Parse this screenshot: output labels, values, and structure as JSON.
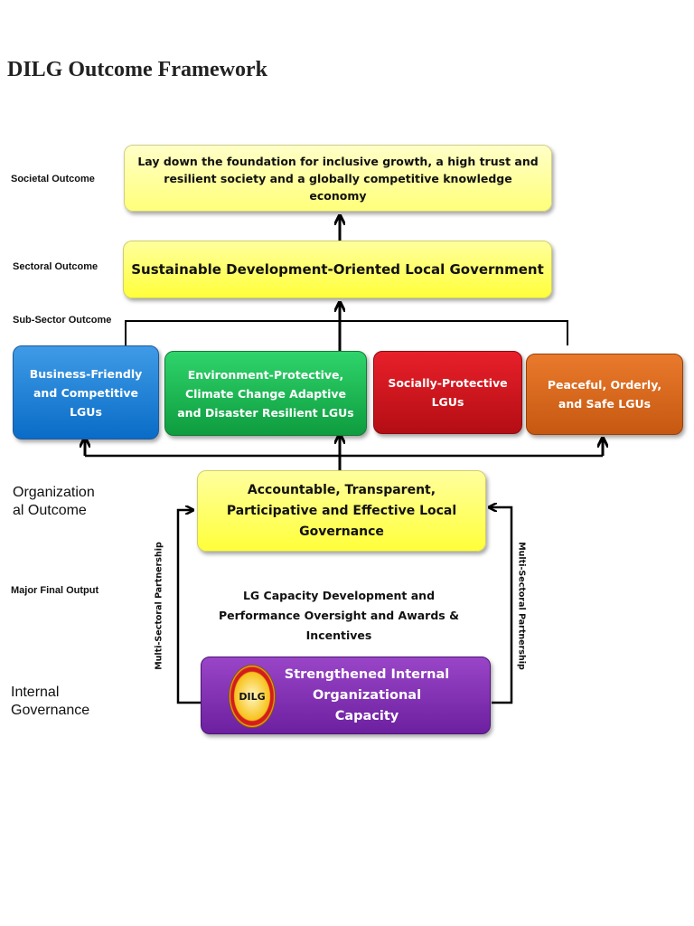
{
  "title": "DILG Outcome Framework",
  "levels": {
    "societal": "Societal Outcome",
    "sectoral": "Sectoral Outcome",
    "subsector": "Sub-Sector Outcome",
    "organizational_1": "Organization",
    "organizational_2": "al Outcome",
    "mfo": "Major Final Output",
    "internal_1": "Internal",
    "internal_2": "Governance"
  },
  "boxes": {
    "societal": "Lay down the foundation for inclusive growth, a high trust and resilient society and a globally competitive knowledge economy",
    "sectoral": "Sustainable Development-Oriented Local Government",
    "business": "Business-Friendly and Competitive LGUs",
    "environment": "Environment-Protective, Climate Change Adaptive and Disaster Resilient LGUs",
    "social": "Socially-Protective LGUs",
    "peaceful": "Peaceful, Orderly, and Safe LGUs",
    "organizational": "Accountable, Transparent, Participative and Effective Local Governance",
    "internal": "Strengthened Internal Organizational Capacity"
  },
  "mfo_text": "LG Capacity Development and Performance Oversight and Awards & Incentives",
  "side_label": "Multi-Sectoral Partnership",
  "logo_text": "DILG",
  "colors": {
    "yellow": "#ffff3a",
    "blue": "#0a6cc7",
    "green": "#0e9c3f",
    "red": "#b40d14",
    "orange": "#c65811",
    "purple": "#6c20a0"
  }
}
